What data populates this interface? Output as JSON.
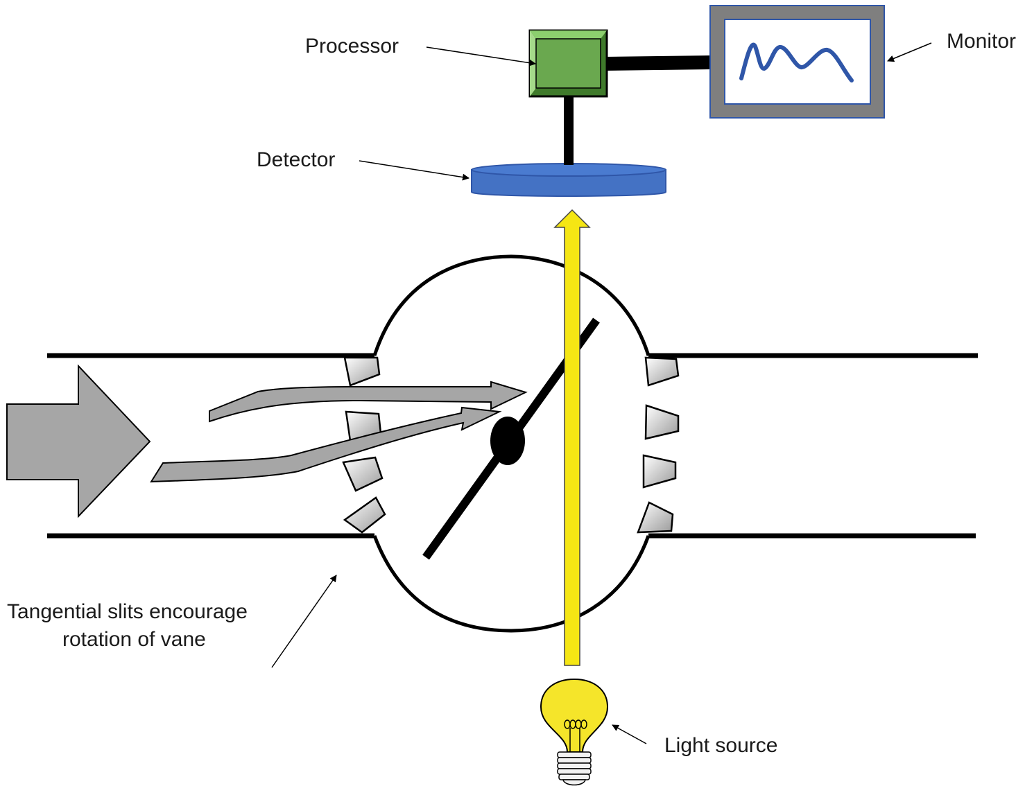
{
  "diagram": {
    "type": "vane-flowmeter-schematic",
    "labels": {
      "processor": "Processor",
      "monitor": "Monitor",
      "detector": "Detector",
      "slits_line1": "Tangential slits encourage",
      "slits_line2": "rotation of vane",
      "light_source": "Light source"
    },
    "colors": {
      "processor": "#6aa84f",
      "processor_dark": "#3f7a2b",
      "monitor_frame": "#7f7f7f",
      "monitor_border": "#2f56a8",
      "waveform": "#2f56a8",
      "detector": "#4472c4",
      "light_beam": "#f5e614",
      "bulb": "#f5e52a",
      "flow_arrow": "#a6a6a6",
      "line": "#000000"
    }
  }
}
